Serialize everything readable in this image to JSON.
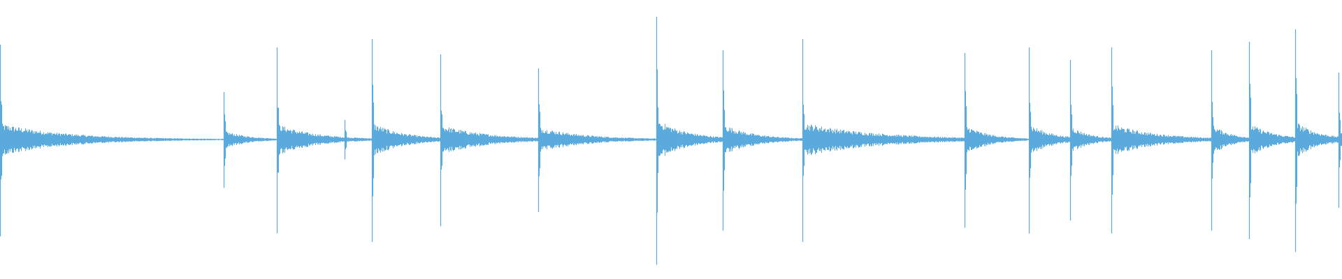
{
  "waveform": {
    "color": "#5aaade",
    "transients": [
      {
        "t": 0.0,
        "amp": 0.68,
        "decay": 0.085
      },
      {
        "t": 0.1665,
        "amp": 0.34,
        "decay": 0.03
      },
      {
        "t": 0.2065,
        "amp": 0.66,
        "decay": 0.048
      },
      {
        "t": 0.257,
        "amp": 0.14,
        "decay": 0.006
      },
      {
        "t": 0.2773,
        "amp": 0.72,
        "decay": 0.04
      },
      {
        "t": 0.3285,
        "amp": 0.61,
        "decay": 0.06
      },
      {
        "t": 0.401,
        "amp": 0.51,
        "decay": 0.058
      },
      {
        "t": 0.4893,
        "amp": 0.88,
        "decay": 0.04
      },
      {
        "t": 0.5388,
        "amp": 0.64,
        "decay": 0.04
      },
      {
        "t": 0.598,
        "amp": 0.72,
        "decay": 0.095
      },
      {
        "t": 0.719,
        "amp": 0.62,
        "decay": 0.03
      },
      {
        "t": 0.7673,
        "amp": 0.66,
        "decay": 0.03
      },
      {
        "t": 0.798,
        "amp": 0.57,
        "decay": 0.025
      },
      {
        "t": 0.8288,
        "amp": 0.66,
        "decay": 0.058
      },
      {
        "t": 0.9033,
        "amp": 0.64,
        "decay": 0.025
      },
      {
        "t": 0.9312,
        "amp": 0.7,
        "decay": 0.032
      },
      {
        "t": 0.9658,
        "amp": 0.79,
        "decay": 0.03
      },
      {
        "t": 0.9978,
        "amp": 0.48,
        "decay": 0.01
      }
    ]
  }
}
